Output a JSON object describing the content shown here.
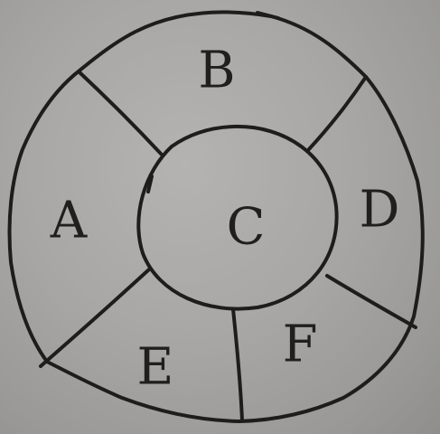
{
  "diagram": {
    "labels": {
      "a": "A",
      "b": "B",
      "c": "C",
      "d": "D",
      "e": "E",
      "f": "F"
    },
    "ink_color": "#1d1d1d",
    "paper_color": "#a8a7a5"
  }
}
